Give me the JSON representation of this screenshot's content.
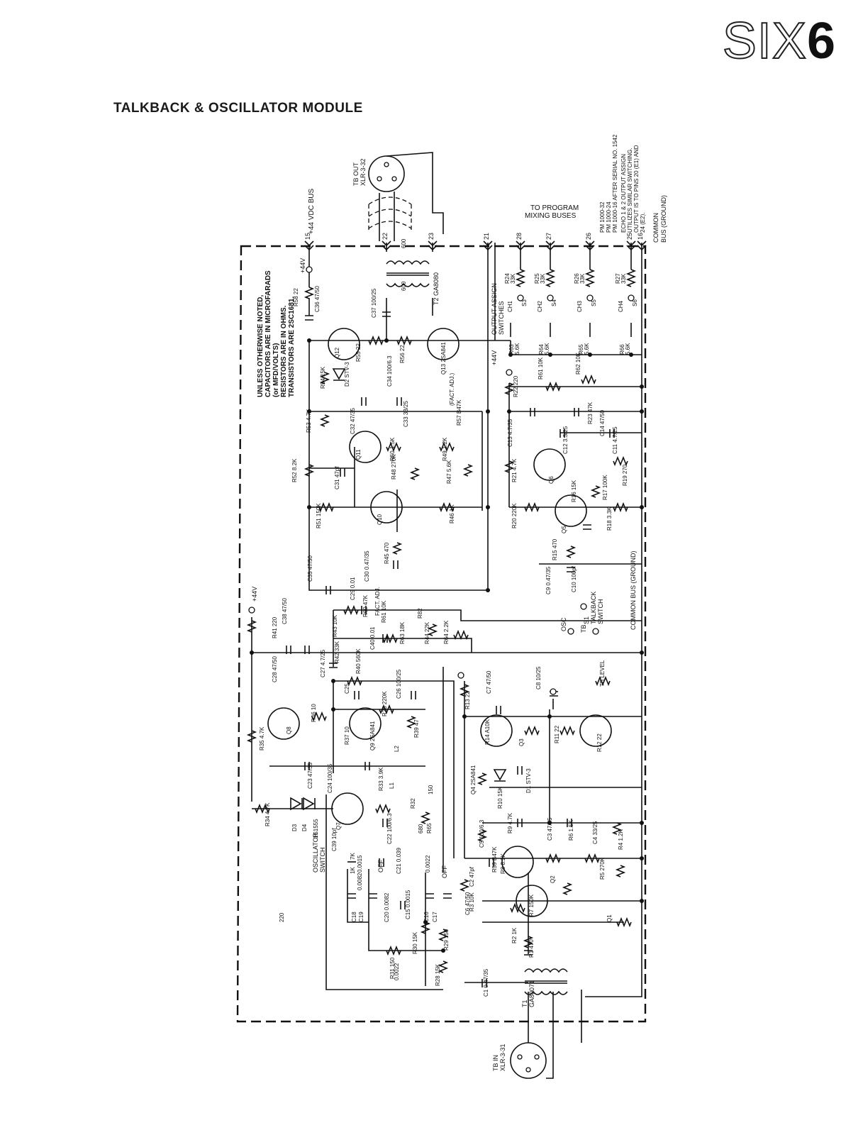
{
  "header": {
    "logo_outline": "SIX",
    "logo_solid": "6",
    "title": "TALKBACK & OSCILLATOR MODULE"
  },
  "schematic": {
    "notes": [
      "UNLESS OTHERWISE NOTED,",
      "CAPACITORS ARE IN MICROFARADS",
      "(or MFD/VOLTS)",
      "RESISTORS ARE IN OHMS.",
      "TRANSISTORS ARE 2SC1681."
    ],
    "bus_label": "+44 VDC BUS",
    "tb_out": [
      "TB OUT",
      "XLR-3-32"
    ],
    "tb_in": [
      "TB IN",
      "XLR-3-31"
    ],
    "program": [
      "TO PROGRAM",
      "MIXING BUSES"
    ],
    "pm_notes": [
      "PM 1000-32",
      "PM 1000-24",
      "PM 1000-16 AFTER SERIAL NO. 1542",
      "ECHO 1 & 2 OUTPUT ASSIGN",
      "UTILIZES SIMILAR SWITCHING.",
      "OUTPUT IS TO PINS 20 (E1) AND",
      "24 (E2)."
    ],
    "common_bus": [
      "COMMON",
      "BUS (GROUND)"
    ],
    "common_bus_inner": "COMMON BUS (GROUND)",
    "output_assign": [
      "OUTPUT ASSIGN",
      "SWITCHES"
    ],
    "talkback": [
      "S1",
      "TALKBACK",
      "SWITCH"
    ],
    "osc_switch": [
      "OSCILLATOR",
      "SWITCH"
    ],
    "osc": "OSC",
    "tb": "TB",
    "off": "OFF",
    "plus_44v": "+44V",
    "t2": "T2 GA8080",
    "t1": [
      "T1",
      "GA80071"
    ],
    "pins": [
      "15",
      "22",
      "23",
      "21",
      "28",
      "27",
      "26",
      "25",
      "16"
    ],
    "channels": [
      {
        "r": "R24",
        "rv": "33K",
        "ch": "CH1",
        "s": "S3",
        "rb": "R63",
        "rbv": "5.6K"
      },
      {
        "r": "R25",
        "rv": "33K",
        "ch": "CH2",
        "s": "S4",
        "rb": "R64",
        "rbv": "5.6K"
      },
      {
        "r": "R26",
        "rv": "33K",
        "ch": "CH3",
        "s": "S5",
        "rb": "R65",
        "rbv": "5.6K"
      },
      {
        "r": "R27",
        "rv": "33K",
        "ch": "CH4",
        "s": "S6",
        "rb": "R66",
        "rbv": "5.6K"
      }
    ],
    "labels": [
      {
        "t": "R58 22"
      },
      {
        "t": "C36 47/50"
      },
      {
        "t": "C37 100/25"
      },
      {
        "t": "600"
      },
      {
        "t": "600"
      },
      {
        "t": "Q12"
      },
      {
        "t": "R55 22"
      },
      {
        "t": "R56 22"
      },
      {
        "t": "Q13 2SA841"
      },
      {
        "t": "C34 100/6.3"
      },
      {
        "t": "D2 STV-3"
      },
      {
        "t": "R54 15K"
      },
      {
        "t": "(FACT. ADJ.)"
      },
      {
        "t": "R57 B47K"
      },
      {
        "t": "C33 33/25"
      },
      {
        "t": "R53 4.7K"
      },
      {
        "t": "C32 47/35"
      },
      {
        "t": "Q11"
      },
      {
        "t": "R50 1.5K"
      },
      {
        "t": "R49 1.2K"
      },
      {
        "t": "R52 8.2K"
      },
      {
        "t": "C31 47pf"
      },
      {
        "t": "R48 270K"
      },
      {
        "t": "R47 5.6K"
      },
      {
        "t": "R51 150K"
      },
      {
        "t": "Q10"
      },
      {
        "t": "R46 1K"
      },
      {
        "t": "R45 470"
      },
      {
        "t": "C35 47/50"
      },
      {
        "t": "C30 0.47/35"
      },
      {
        "t": "R22 220"
      },
      {
        "t": "R61 10K"
      },
      {
        "t": "R62 10K"
      },
      {
        "t": "R23 47K"
      },
      {
        "t": "C13 4.7/35"
      },
      {
        "t": "C14 47/50"
      },
      {
        "t": "C12 3.3/25"
      },
      {
        "t": "C11 4.7/25"
      },
      {
        "t": "R21 4.7K"
      },
      {
        "t": "Q6"
      },
      {
        "t": "R16 15K"
      },
      {
        "t": "R17 100K"
      },
      {
        "t": "R19 270"
      },
      {
        "t": "R20 220K"
      },
      {
        "t": "Q5"
      },
      {
        "t": "R18 3.3K"
      },
      {
        "t": "R15 470"
      },
      {
        "t": "C10 100pf"
      },
      {
        "t": "C9 0.47/35"
      },
      {
        "t": "R41 220"
      },
      {
        "t": "C38 47/50"
      },
      {
        "t": "C28 47/50"
      },
      {
        "t": "C27 4.7/25"
      },
      {
        "t": "R43 10K"
      },
      {
        "t": "C29 0.01"
      },
      {
        "t": "R60 47K"
      },
      {
        "t": "FACT. ADJ."
      },
      {
        "t": "R61 10K"
      },
      {
        "t": "R82"
      },
      {
        "t": "R63 18K"
      },
      {
        "t": "R44 22K"
      },
      {
        "t": "R64 2.2K"
      },
      {
        "t": "C40 0.01"
      },
      {
        "t": "R42 33K"
      },
      {
        "t": "R40 560K"
      },
      {
        "t": "C25"
      },
      {
        "t": "C26 100/25"
      },
      {
        "t": "R38 220K"
      },
      {
        "t": "Q8"
      },
      {
        "t": "R36 10"
      },
      {
        "t": "R35 4.7K"
      },
      {
        "t": "R37 10"
      },
      {
        "t": "Q9 2SA841"
      },
      {
        "t": "R39 47"
      },
      {
        "t": "L2"
      },
      {
        "t": "L1"
      },
      {
        "t": "C23 47/35"
      },
      {
        "t": "C24 100/35"
      },
      {
        "t": "R34 4.7K"
      },
      {
        "t": "D3"
      },
      {
        "t": "D4"
      },
      {
        "t": "1S1555"
      },
      {
        "t": "Q7"
      },
      {
        "t": "R33 3.9K"
      },
      {
        "t": "R32"
      },
      {
        "t": "680"
      },
      {
        "t": "R65"
      },
      {
        "t": "C22 100/6.3"
      },
      {
        "t": "C39 10pf"
      },
      {
        "t": "7K"
      },
      {
        "t": "1K"
      },
      {
        "t": "C21 0.039"
      },
      {
        "t": "C18"
      },
      {
        "t": "C19"
      },
      {
        "t": "C20 0.0082"
      },
      {
        "t": "C15 0.0015"
      },
      {
        "t": "C16"
      },
      {
        "t": "C17"
      },
      {
        "t": "R30 15K"
      },
      {
        "t": "R31 150"
      },
      {
        "t": "R28 15K"
      },
      {
        "t": "R29 150"
      },
      {
        "t": "R13 22"
      },
      {
        "t": "C7 47/50"
      },
      {
        "t": "C8 10/25"
      },
      {
        "t": "TB LEVEL"
      },
      {
        "t": "R14 A10K"
      },
      {
        "t": "Q3"
      },
      {
        "t": "R11 22"
      },
      {
        "t": "R12 22"
      },
      {
        "t": "Q4 2SA841"
      },
      {
        "t": "R10 15K"
      },
      {
        "t": "D1 STV-3"
      },
      {
        "t": "C5 100/6.3"
      },
      {
        "t": "R9 4.7K"
      },
      {
        "t": "C3 47/35"
      },
      {
        "t": "R6 1.5K"
      },
      {
        "t": "C4 33/25"
      },
      {
        "t": "R4 1.2K"
      },
      {
        "t": "R59 B47K"
      },
      {
        "t": "C2 47pf"
      },
      {
        "t": "R8 8.2K"
      },
      {
        "t": "Q2"
      },
      {
        "t": "R5 270K"
      },
      {
        "t": "R3 10K"
      },
      {
        "t": "R7 150K"
      },
      {
        "t": "Q1"
      },
      {
        "t": "R2 1K"
      },
      {
        "t": "R1 470"
      },
      {
        "t": "C1 0.47/35"
      },
      {
        "t": "C6 47/50"
      },
      {
        "t": "0.0082"
      },
      {
        "t": "0.0015"
      },
      {
        "t": "0.0022"
      },
      {
        "t": "0.0022"
      },
      {
        "t": "150"
      },
      {
        "t": "220"
      }
    ]
  }
}
